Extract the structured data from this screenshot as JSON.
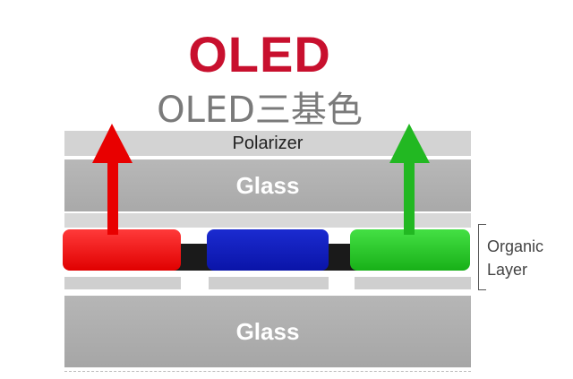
{
  "title": "OLED",
  "subtitle": "OLED三基色",
  "layers": {
    "polarizer": "Polarizer",
    "glass_top": "Glass",
    "glass_bottom": "Glass"
  },
  "organic_label": [
    "Organic",
    "Layer"
  ],
  "colors": {
    "title": "#c8102e",
    "red_pixel": "#ff2020",
    "blue_pixel": "#1020c0",
    "green_pixel": "#30c030",
    "glass": "#b0b0b0"
  },
  "icons": [
    "red-up-arrow-icon",
    "green-up-arrow-icon"
  ]
}
